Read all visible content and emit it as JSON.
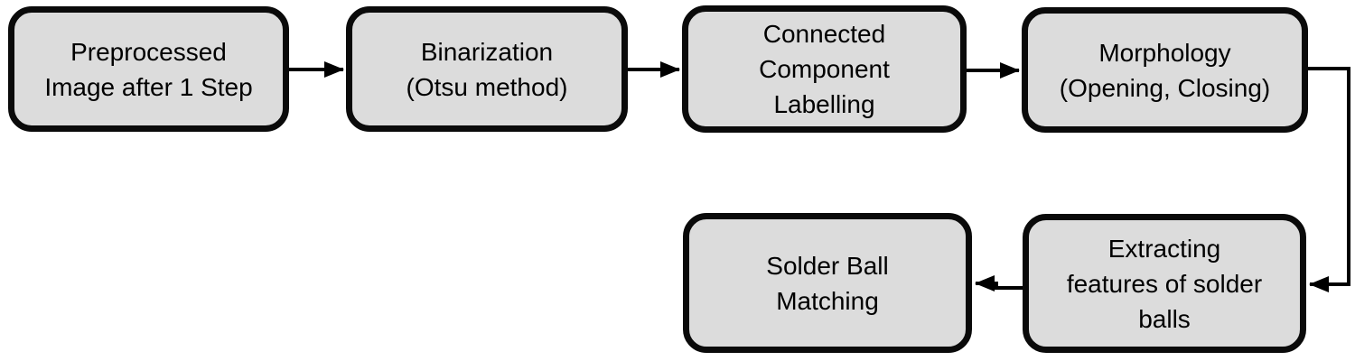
{
  "diagram": {
    "type": "flowchart",
    "background_color": "#ffffff",
    "node_fill_color": "#dcdcdc",
    "node_border_color": "#0a0a0a",
    "arrow_color": "#000000",
    "nodes": [
      {
        "id": "preprocessed",
        "label": "Preprocessed\nImage after 1 Step"
      },
      {
        "id": "binarization",
        "label": "Binarization\n(Otsu method)"
      },
      {
        "id": "connected-component-labelling",
        "label": "Connected\nComponent\nLabelling"
      },
      {
        "id": "morphology",
        "label": "Morphology\n(Opening, Closing)"
      },
      {
        "id": "extract-features",
        "label": "Extracting\nfeatures of solder\nballs"
      },
      {
        "id": "solder-ball-matching",
        "label": "Solder Ball\nMatching"
      }
    ],
    "edges": [
      {
        "from": "preprocessed",
        "to": "binarization"
      },
      {
        "from": "binarization",
        "to": "connected-component-labelling"
      },
      {
        "from": "connected-component-labelling",
        "to": "morphology"
      },
      {
        "from": "morphology",
        "to": "extract-features"
      },
      {
        "from": "extract-features",
        "to": "solder-ball-matching"
      }
    ]
  }
}
